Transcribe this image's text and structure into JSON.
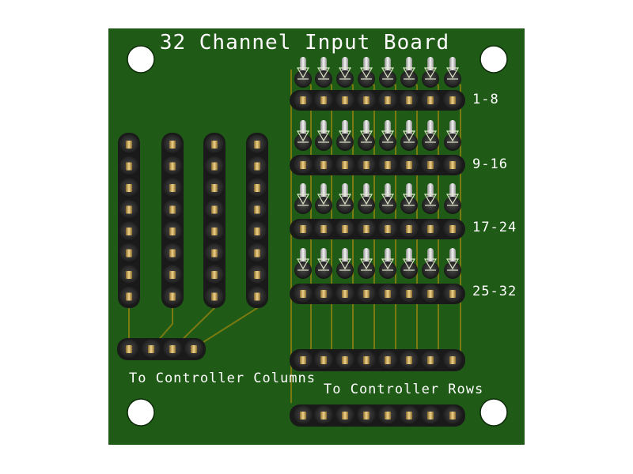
{
  "board": {
    "title": "32 Channel Input Board",
    "board_color": "#1f5a16",
    "trace_color": "#7a7a10",
    "label_columns": "To Controller Columns",
    "label_rows": "To Controller Rows",
    "group_labels": [
      "1-8",
      "9-16",
      "17-24",
      "25-32"
    ]
  },
  "components": {
    "mounting_holes": 4,
    "diode_groups": 4,
    "diodes_per_group": 8,
    "column_headers": 4,
    "pins_per_column_header": 8,
    "controller_column_connector_pins": 4,
    "controller_row_connector_pins": 8
  }
}
